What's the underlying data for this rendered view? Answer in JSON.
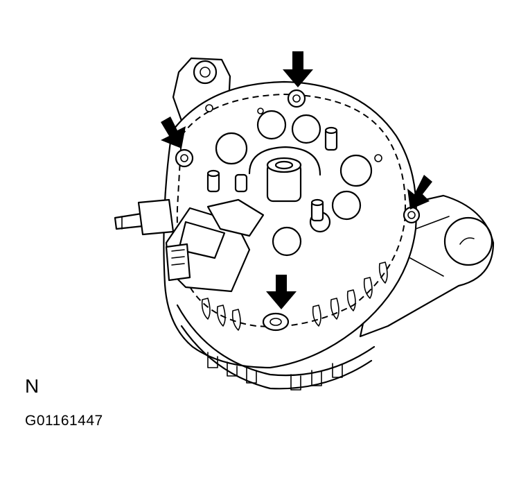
{
  "figure": {
    "orientation_label": "N",
    "figure_code": "G01161447"
  },
  "arrows": {
    "count": 4,
    "color": "#000000"
  }
}
